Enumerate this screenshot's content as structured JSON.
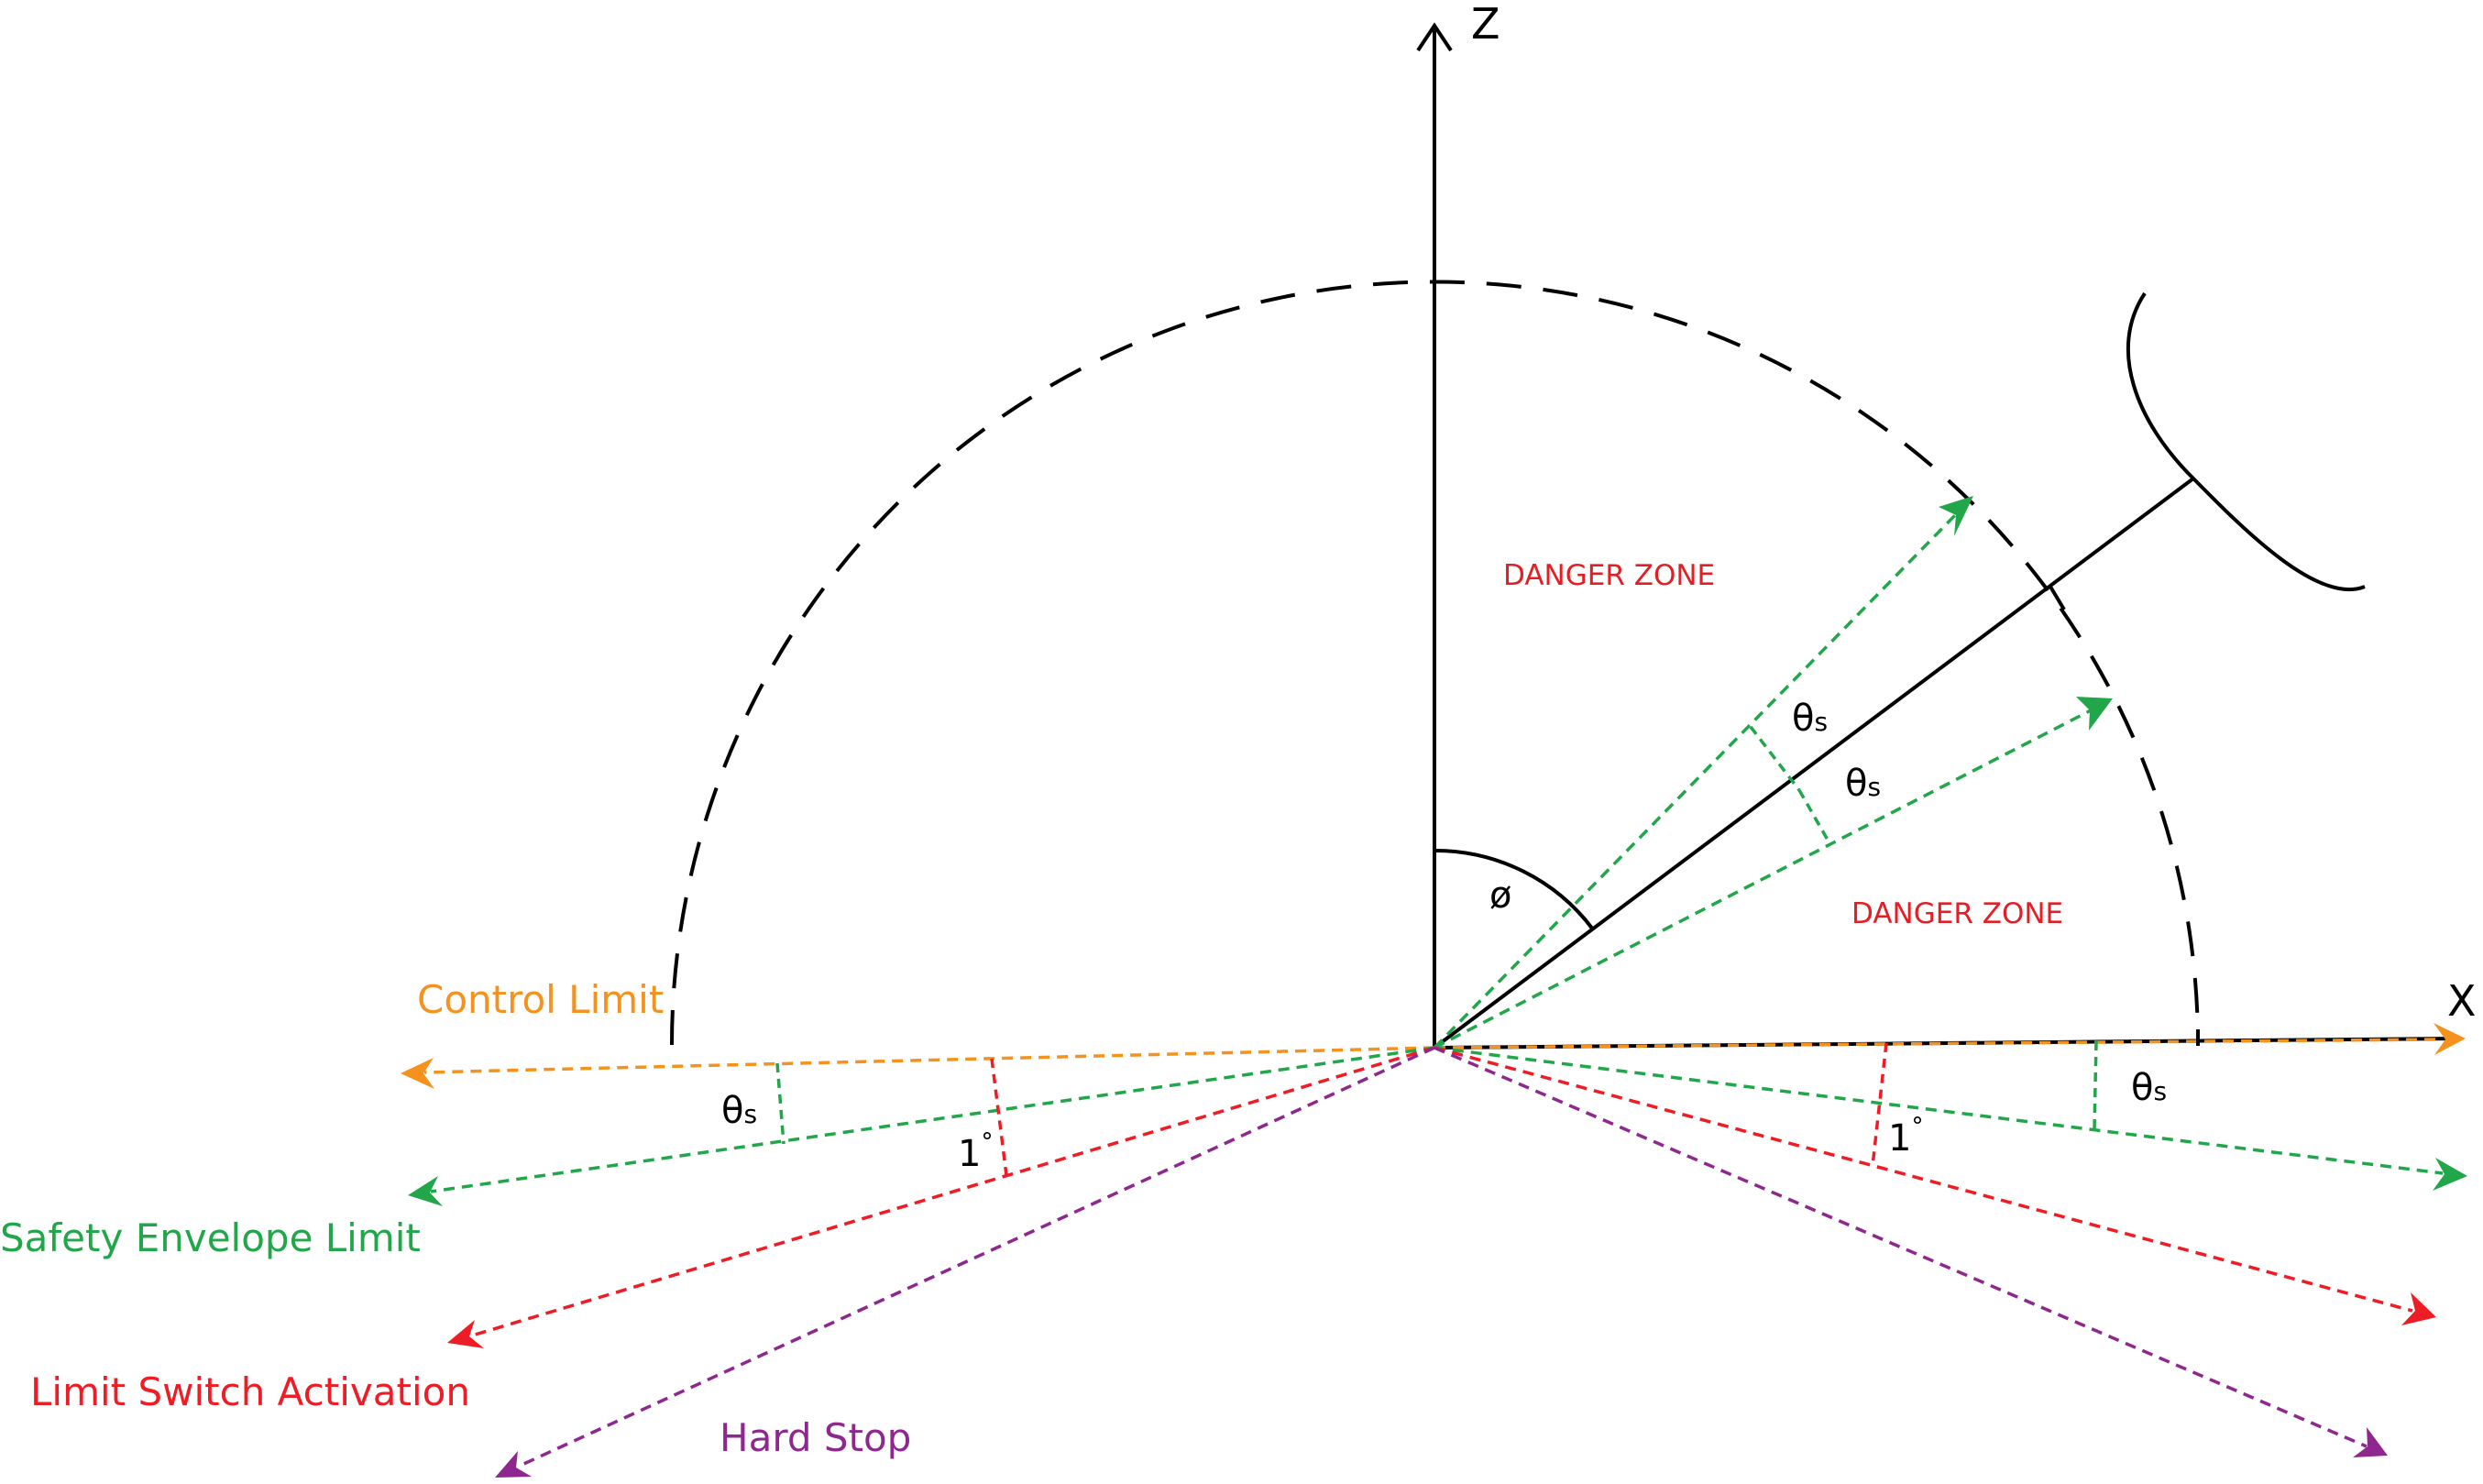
{
  "axes": {
    "z_label": "Z",
    "x_label": "X"
  },
  "zones": {
    "danger_upper": "DANGER ZONE",
    "danger_right": "DANGER ZONE"
  },
  "angles": {
    "phi": "ø",
    "theta_s": "θ",
    "theta_sub": "s",
    "one_degree": "1",
    "degree_mark": "°"
  },
  "legend": {
    "control_limit": "Control Limit",
    "safety_envelope_limit": "Safety Envelope Limit",
    "limit_switch_activation": "Limit Switch Activation",
    "hard_stop": "Hard Stop"
  },
  "colors": {
    "axis": "#000000",
    "control_limit": "#f5921e",
    "safety_envelope": "#21a64a",
    "limit_switch": "#ee1c25",
    "hard_stop": "#8e288f",
    "danger_zone": "#e31e24"
  }
}
